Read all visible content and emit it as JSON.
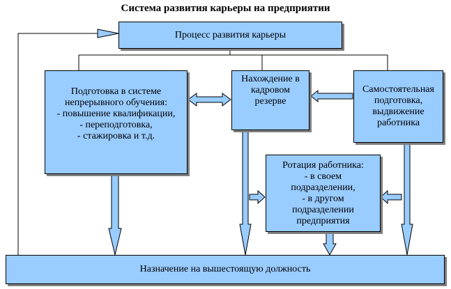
{
  "title": "Система развития карьеры на предприятии",
  "boxes": {
    "process": "Процесс развития карьеры",
    "training": "Подготовка в системе\nнепрерывного обучения:\n- повышение квалификации,\n- переподготовка,\n- стажировка и т.д.",
    "reserve": "Нахождение в\nкадровом\nрезерве",
    "self": "Самостоятельная\nподготовка,\nвыдвижение\nработника",
    "rotation": "Ротация работника:\n- в своем\nподразделении,\n- в другом\nподразделении\nпредприятия",
    "appointment": "Назначение на вышестоящую должность"
  },
  "colors": {
    "box_fill": "#99ccff",
    "shadow": "#7f7f7f",
    "line": "#000000"
  }
}
